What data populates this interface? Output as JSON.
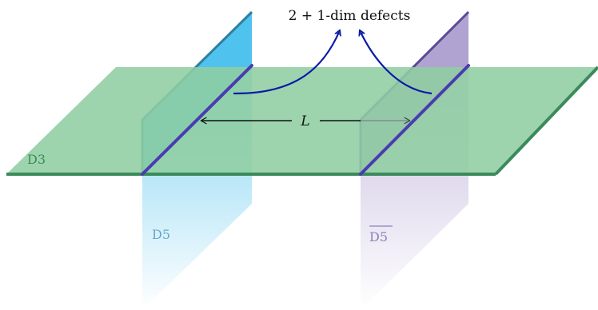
{
  "title": "2 + 1-dim defects",
  "labels": {
    "d3": "D3",
    "d5": "D5",
    "anti_d5": "D5",
    "separation": "L"
  },
  "colors": {
    "d3_fill": "#8fcea2",
    "d3_edge": "#3b8a5c",
    "d5_fill": "#29b5ea",
    "d5_edge": "#2f7fa0",
    "anti_d5_fill": "#9f8fc8",
    "anti_d5_edge": "#5a4a98",
    "defect_line": "#4a3cb0",
    "arrow": "#0b1aa8",
    "label_d3": "#3b8a5c",
    "label_d5": "#6aa6c8",
    "label_anti_d5": "#8d80bd"
  }
}
